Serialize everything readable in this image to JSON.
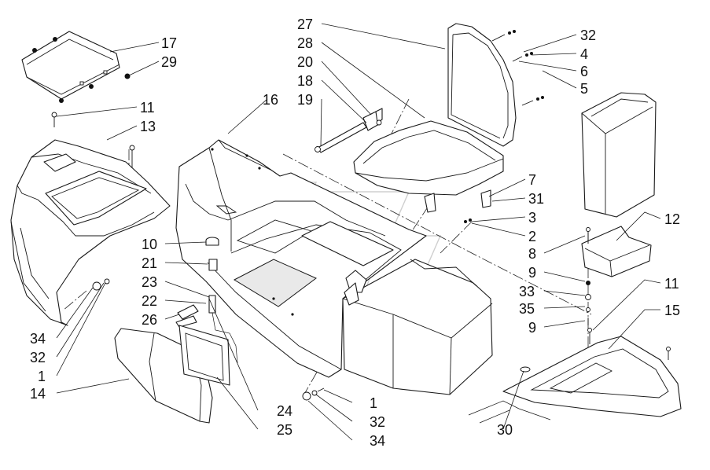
{
  "callouts": [
    {
      "id": "c17",
      "label": "17"
    },
    {
      "id": "c29",
      "label": "29"
    },
    {
      "id": "c11a",
      "label": "11"
    },
    {
      "id": "c13",
      "label": "13"
    },
    {
      "id": "c16",
      "label": "16"
    },
    {
      "id": "c27",
      "label": "27"
    },
    {
      "id": "c28",
      "label": "28"
    },
    {
      "id": "c20",
      "label": "20"
    },
    {
      "id": "c18",
      "label": "18"
    },
    {
      "id": "c19",
      "label": "19"
    },
    {
      "id": "c32a",
      "label": "32"
    },
    {
      "id": "c4",
      "label": "4"
    },
    {
      "id": "c6",
      "label": "6"
    },
    {
      "id": "c5",
      "label": "5"
    },
    {
      "id": "c7",
      "label": "7"
    },
    {
      "id": "c31",
      "label": "31"
    },
    {
      "id": "c3",
      "label": "3"
    },
    {
      "id": "c2",
      "label": "2"
    },
    {
      "id": "c12",
      "label": "12"
    },
    {
      "id": "c8",
      "label": "8"
    },
    {
      "id": "c9a",
      "label": "9"
    },
    {
      "id": "c33",
      "label": "33"
    },
    {
      "id": "c35",
      "label": "35"
    },
    {
      "id": "c9b",
      "label": "9"
    },
    {
      "id": "c11b",
      "label": "11"
    },
    {
      "id": "c15",
      "label": "15"
    },
    {
      "id": "c10",
      "label": "10"
    },
    {
      "id": "c21",
      "label": "21"
    },
    {
      "id": "c23",
      "label": "23"
    },
    {
      "id": "c22",
      "label": "22"
    },
    {
      "id": "c26",
      "label": "26"
    },
    {
      "id": "c34a",
      "label": "34"
    },
    {
      "id": "c32b",
      "label": "32"
    },
    {
      "id": "c1a",
      "label": "1"
    },
    {
      "id": "c14",
      "label": "14"
    },
    {
      "id": "c24",
      "label": "24"
    },
    {
      "id": "c25",
      "label": "25"
    },
    {
      "id": "c1b",
      "label": "1"
    },
    {
      "id": "c32c",
      "label": "32"
    },
    {
      "id": "c34b",
      "label": "34"
    },
    {
      "id": "c30",
      "label": "30"
    }
  ]
}
